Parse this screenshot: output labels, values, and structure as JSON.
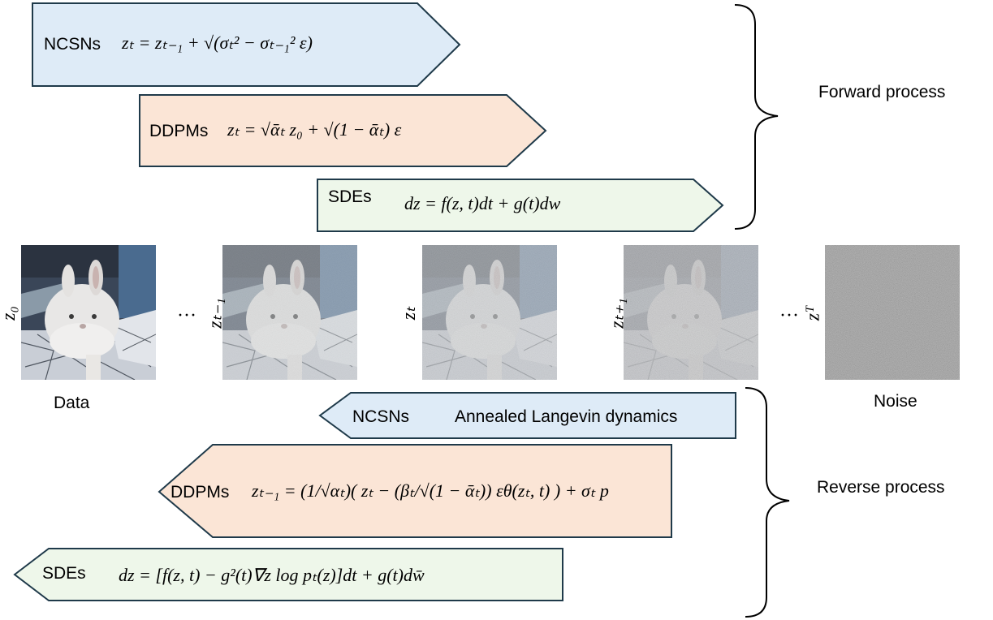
{
  "forward": {
    "label": "Forward process",
    "ncsn": {
      "name": "NCSNs",
      "eq": "zₜ = zₜ₋₁ + √(σₜ² − σₜ₋₁² ε)"
    },
    "ddpm": {
      "name": "DDPMs",
      "eq": "zₜ = √ᾱₜ z₀ + √(1 − ᾱₜ) ε"
    },
    "sde": {
      "name": "SDEs",
      "eq": "dz = f(z, t)dt + g(t)dw"
    }
  },
  "reverse": {
    "label": "Reverse process",
    "ncsn": {
      "name": "NCSNs",
      "eq": "Annealed Langevin dynamics"
    },
    "ddpm": {
      "name": "DDPMs",
      "eq": "zₜ₋₁ = (1/√αₜ)( zₜ − (βₜ/√(1 − ᾱₜ)) εθ(zₜ, t) ) + σₜ p"
    },
    "sde": {
      "name": "SDEs",
      "eq": "dz = [f(z, t) − g²(t)∇z log pₜ(z)]dt + g(t)dw̄"
    }
  },
  "images": {
    "frames": [
      {
        "label": "z₀",
        "noise": 0.0
      },
      {
        "label": "zₜ₋₁",
        "noise": 0.3
      },
      {
        "label": "zₜ",
        "noise": 0.5
      },
      {
        "label": "zₜ₊₁",
        "noise": 0.7
      },
      {
        "label": "zᵀ",
        "noise": 1.0
      }
    ],
    "ellipsis": "···",
    "data_caption": "Data",
    "noise_caption": "Noise"
  },
  "colors": {
    "ncsn_fill": "#deebf7",
    "ddpm_fill": "#fbe5d6",
    "sde_fill": "#eef7ea",
    "stroke": "#1f3a4a"
  }
}
